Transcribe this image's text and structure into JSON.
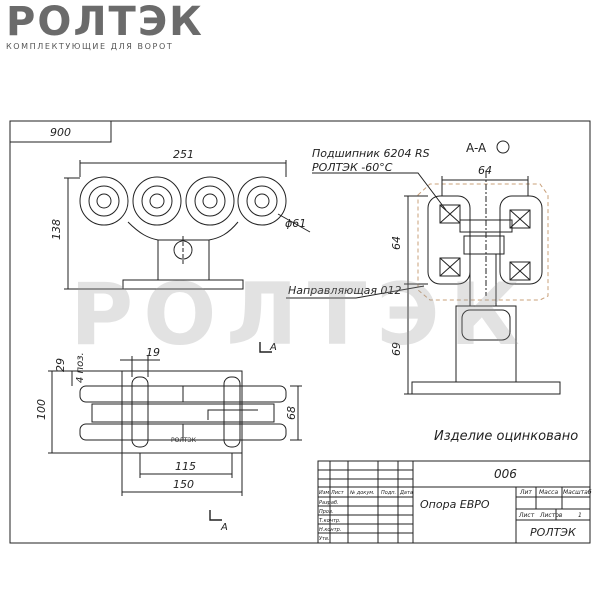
{
  "logo": {
    "word": "РОЛТЭК",
    "tagline": "КОМПЛЕКТУЮЩИЕ ДЛЯ ВОРОТ"
  },
  "watermark": "РОЛТЭК",
  "drawing": {
    "frame_label": "900",
    "dimensions": {
      "d251": "251",
      "d138": "138",
      "d61": "ϕ61",
      "d19": "19",
      "d29": "29",
      "d4poz": "4 поз.",
      "d100": "100",
      "d68": "68",
      "d115": "115",
      "d150": "150",
      "d64h": "64",
      "d64v": "64",
      "d69": "69"
    },
    "section_label": "A-A",
    "section_mark_top": "A",
    "section_mark_bottom": "A",
    "bearing_line1": "Подшипник 6204 RS",
    "bearing_line2": "РОЛТЭК   -60°С",
    "rail_label": "Направляющая 012",
    "galvanized_note": "Изделие оцинковано",
    "side_brand": "РОЛТЭК"
  },
  "title_block": {
    "code": "006",
    "name": "Опора ЕВРО",
    "company": "РОЛТЭК",
    "col_lit": "Лит",
    "col_mass": "Масса",
    "col_scale": "Масштаб",
    "sheet": "Лист",
    "sheets": "Листов",
    "sheets_count": "1",
    "rows": [
      "Изм",
      "Лист",
      "№ докум.",
      "Подп.",
      "Дата"
    ],
    "roles": [
      "Разраб.",
      "Пров.",
      "Т.контр.",
      "Н.контр.",
      "Утв."
    ]
  },
  "colors": {
    "line": "#222222",
    "dashed": "#c9a07a",
    "logo": "#6b6b6b",
    "watermark": "#969696"
  }
}
